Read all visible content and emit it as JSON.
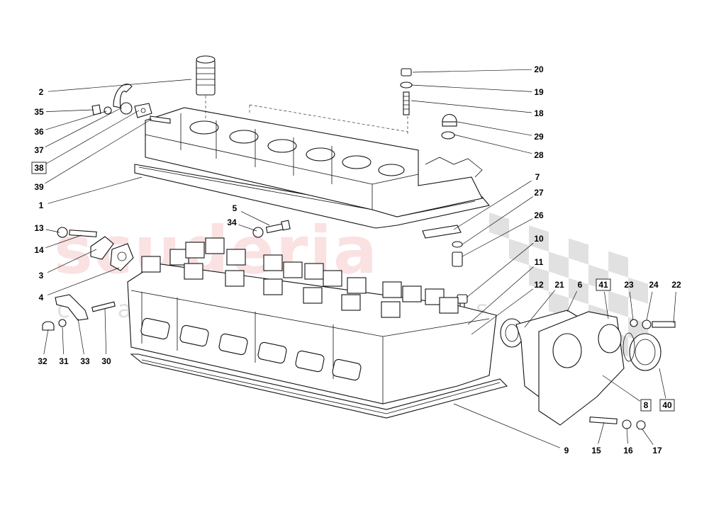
{
  "watermark": {
    "brand": "scuderia",
    "sub": "c a r p a r t s"
  },
  "callouts": [
    {
      "id": "2",
      "boxed": false
    },
    {
      "id": "35",
      "boxed": false
    },
    {
      "id": "36",
      "boxed": false
    },
    {
      "id": "37",
      "boxed": false
    },
    {
      "id": "38",
      "boxed": true
    },
    {
      "id": "39",
      "boxed": false
    },
    {
      "id": "1",
      "boxed": false
    },
    {
      "id": "13",
      "boxed": false
    },
    {
      "id": "14",
      "boxed": false
    },
    {
      "id": "3",
      "boxed": false
    },
    {
      "id": "4",
      "boxed": false
    },
    {
      "id": "32",
      "boxed": false
    },
    {
      "id": "31",
      "boxed": false
    },
    {
      "id": "33",
      "boxed": false
    },
    {
      "id": "30",
      "boxed": false
    },
    {
      "id": "5",
      "boxed": false
    },
    {
      "id": "34",
      "boxed": false
    },
    {
      "id": "20",
      "boxed": false
    },
    {
      "id": "19",
      "boxed": false
    },
    {
      "id": "18",
      "boxed": false
    },
    {
      "id": "29",
      "boxed": false
    },
    {
      "id": "28",
      "boxed": false
    },
    {
      "id": "7",
      "boxed": false
    },
    {
      "id": "27",
      "boxed": false
    },
    {
      "id": "26",
      "boxed": false
    },
    {
      "id": "10",
      "boxed": false
    },
    {
      "id": "11",
      "boxed": false
    },
    {
      "id": "12",
      "boxed": false
    },
    {
      "id": "21",
      "boxed": false
    },
    {
      "id": "6",
      "boxed": false
    },
    {
      "id": "41",
      "boxed": true
    },
    {
      "id": "23",
      "boxed": false
    },
    {
      "id": "24",
      "boxed": false
    },
    {
      "id": "22",
      "boxed": false
    },
    {
      "id": "8",
      "boxed": true
    },
    {
      "id": "40",
      "boxed": true
    },
    {
      "id": "9",
      "boxed": false
    },
    {
      "id": "15",
      "boxed": false
    },
    {
      "id": "16",
      "boxed": false
    },
    {
      "id": "17",
      "boxed": false
    }
  ]
}
